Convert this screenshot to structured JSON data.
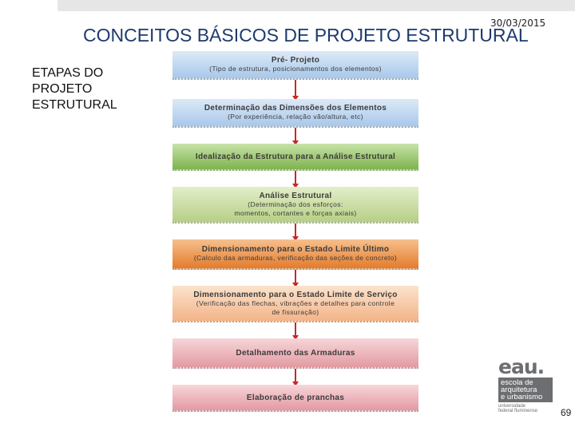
{
  "header": {
    "date": "30/03/2015",
    "title": "CONCEITOS BÁSICOS DE PROJETO ESTRUTURAL"
  },
  "sidebar": {
    "lines": [
      "ETAPAS DO",
      "PROJETO",
      "ESTRUTURAL"
    ]
  },
  "flowchart": {
    "steps": [
      {
        "title": "Pré- Projeto",
        "subtitle": "(Tipo de estrutura, posicionamentos dos elementos)",
        "color": "#a9c8ea"
      },
      {
        "title": "Determinação das Dimensões dos Elementos",
        "subtitle": "(Por experiência, relação vão/altura, etc)",
        "color": "#a9c8ea"
      },
      {
        "title": "Idealização da Estrutura para a Análise Estrutural",
        "subtitle": "",
        "color": "#7fb34e"
      },
      {
        "title": "Análise Estrutural",
        "subtitle": "(Determinação dos esforços:",
        "subtitle2": "momentos, cortantes e forças axiais)",
        "color": "#b7cf86"
      },
      {
        "title": "Dimensionamento para o Estado Limite Último",
        "subtitle": "(Calculo das armaduras, verificação das seções de concreto)",
        "color": "#e47c2d"
      },
      {
        "title": "Dimensionamento para o Estado Limite de Serviço",
        "subtitle": "(Verificação das flechas, vibrações e detalhes para controle",
        "subtitle2": "de fissuração)",
        "color": "#f3b488"
      },
      {
        "title": "Detalhamento das Armaduras",
        "subtitle": "",
        "color": "#e39aa2"
      },
      {
        "title": "Elaboração de pranchas",
        "subtitle": "",
        "color": "#e39aa2"
      }
    ]
  },
  "logo": {
    "name": "eau.",
    "line1": "escola de",
    "line2": "arquitetura",
    "line3": "e urbanismo",
    "uni1": "universidade",
    "uni2": "federal fluminense"
  },
  "footer": {
    "page_number": "69"
  }
}
